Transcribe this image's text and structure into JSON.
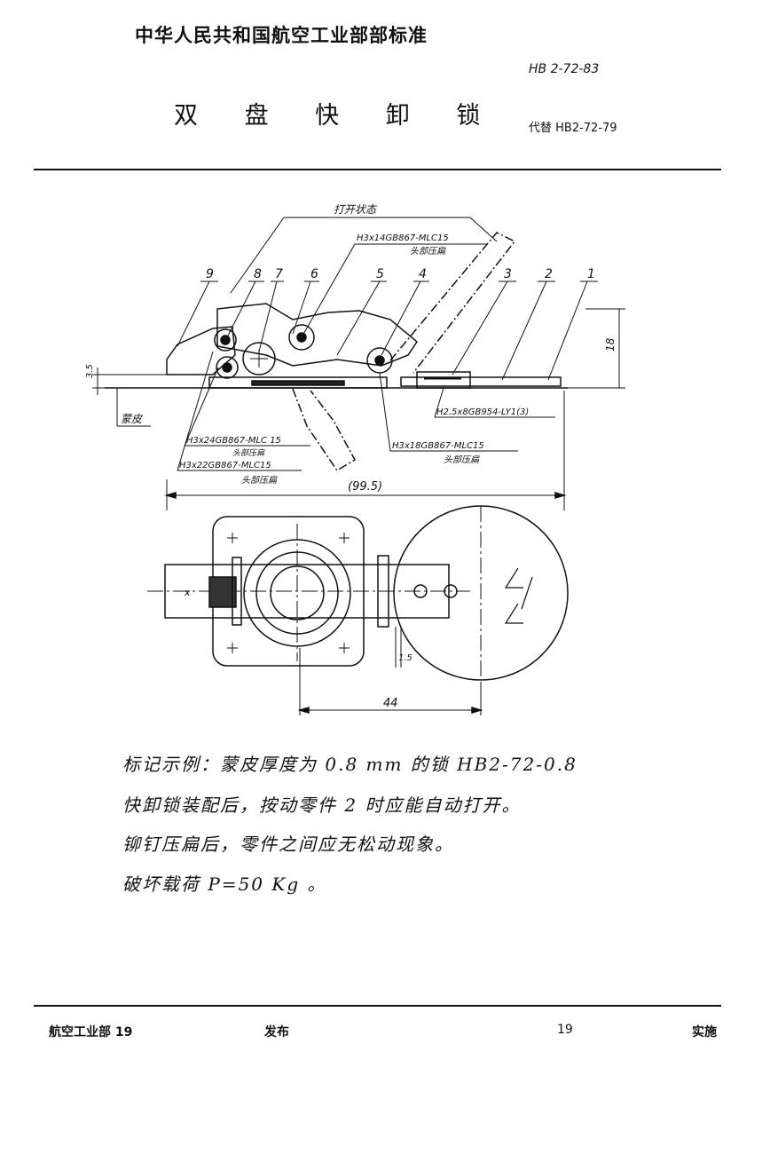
{
  "header": {
    "organization": "中华人民共和国航空工业部部标准",
    "standard_number": "HB 2-72-83",
    "title": "双 盘 快 卸 锁",
    "replaces": "代替 HB2-72-79"
  },
  "drawing": {
    "state_label": "打开状态",
    "rivet_top": "H3x14GB867-MLC15",
    "rivet_top_note": "头部压扁",
    "part_numbers": [
      "9",
      "8",
      "7",
      "6",
      "5",
      "4",
      "3",
      "2",
      "1"
    ],
    "rivet_right": "H2.5x8GB954-LY1(3)",
    "rivet_left_1": "H3x24GB867-MLC 15",
    "rivet_left_1_note": "头部压扁",
    "rivet_left_2": "H3x22GB867-MLC15",
    "rivet_left_2_note": "头部压扁",
    "rivet_mid": "H3x18GB867-MLC15",
    "rivet_mid_note": "头部压扁",
    "skin_label": "蒙皮",
    "dim_35": "3.5",
    "dim_18": "18",
    "dim_overall": "(99.5)",
    "dim_15": "1.5",
    "dim_44": "44",
    "section_mark": "x"
  },
  "notes": [
    "标记示例：蒙皮厚度为 0.8 mm 的锁 HB2-72-0.8",
    "快卸锁装配后，按动零件 2 时应能自动打开。",
    "铆钉压扁后，零件之间应无松动现象。",
    "破坏载荷 P=50 Kg 。"
  ],
  "footer": {
    "issuer": "航空工业部 19",
    "issue": "发布",
    "date": "19",
    "implement": "实施"
  }
}
